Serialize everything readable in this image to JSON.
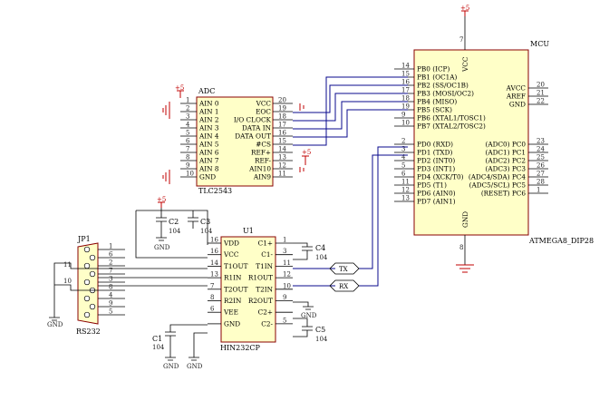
{
  "adc": {
    "label": "ADC",
    "part": "TLC2543",
    "left_pins": [
      {
        "num": "1",
        "name": "AIN 0"
      },
      {
        "num": "2",
        "name": "AIN 1"
      },
      {
        "num": "3",
        "name": "AIN 2"
      },
      {
        "num": "4",
        "name": "AIN 3"
      },
      {
        "num": "5",
        "name": "AIN 4"
      },
      {
        "num": "6",
        "name": "AIN 5"
      },
      {
        "num": "7",
        "name": "AIN 6"
      },
      {
        "num": "8",
        "name": "AIN 7"
      },
      {
        "num": "9",
        "name": "AIN 8"
      },
      {
        "num": "10",
        "name": "GND"
      }
    ],
    "right_pins": [
      {
        "num": "20",
        "name": "VCC"
      },
      {
        "num": "19",
        "name": "EOC"
      },
      {
        "num": "18",
        "name": "I/O CLOCK"
      },
      {
        "num": "17",
        "name": "DATA IN"
      },
      {
        "num": "16",
        "name": "DATA OUT"
      },
      {
        "num": "15",
        "name": "#CS"
      },
      {
        "num": "14",
        "name": "REF+"
      },
      {
        "num": "13",
        "name": "REF-"
      },
      {
        "num": "12",
        "name": "AIN10"
      },
      {
        "num": "11",
        "name": "AIN9"
      }
    ]
  },
  "mcu": {
    "label": "MCU",
    "part": "ATMEGA8_DIP28",
    "vcc_label": "VCC",
    "gnd_label": "GND",
    "vcc_pin": "7",
    "gnd_pin": "8",
    "left_pins": [
      {
        "num": "14",
        "name": "PB0 (ICP)"
      },
      {
        "num": "15",
        "name": "PB1 (OC1A)"
      },
      {
        "num": "16",
        "name": "PB2 (SS/OC1B)"
      },
      {
        "num": "17",
        "name": "PB3 (MOSI/OC2)"
      },
      {
        "num": "18",
        "name": "PB4 (MISO)"
      },
      {
        "num": "19",
        "name": "PB5 (SCK)"
      },
      {
        "num": "9",
        "name": "PB6 (XTAL1/TOSC1)"
      },
      {
        "num": "10",
        "name": "PB7 (XTAL2/TOSC2)"
      },
      {
        "num": "2",
        "name": "PD0 (RXD)"
      },
      {
        "num": "3",
        "name": "PD1 (TXD)"
      },
      {
        "num": "4",
        "name": "PD2 (INT0)"
      },
      {
        "num": "5",
        "name": "PD3 (INT1)"
      },
      {
        "num": "6",
        "name": "PD4 (XCK/T0)"
      },
      {
        "num": "11",
        "name": "PD5 (T1)"
      },
      {
        "num": "12",
        "name": "PD6 (AIN0)"
      },
      {
        "num": "13",
        "name": "PD7 (AIN1)"
      }
    ],
    "right_top_pins": [
      {
        "num": "20",
        "name": "AVCC"
      },
      {
        "num": "21",
        "name": "AREF"
      },
      {
        "num": "22",
        "name": "GND"
      }
    ],
    "right_pins": [
      {
        "num": "23",
        "name": "(ADC0) PC0"
      },
      {
        "num": "24",
        "name": "(ADC1) PC1"
      },
      {
        "num": "25",
        "name": "(ADC2) PC2"
      },
      {
        "num": "26",
        "name": "(ADC3) PC3"
      },
      {
        "num": "27",
        "name": "(ADC4/SDA) PC4"
      },
      {
        "num": "28",
        "name": "(ADC5/SCL) PC5"
      },
      {
        "num": "1",
        "name": "(RESET) PC6"
      }
    ]
  },
  "max": {
    "ref": "U1",
    "part": "HIN232CP",
    "left_pins": [
      {
        "num": "16",
        "name": "VDD"
      },
      {
        "num": "16",
        "name": "VCC"
      },
      {
        "num": "14",
        "name": "T1OUT"
      },
      {
        "num": "13",
        "name": "R1IN"
      },
      {
        "num": "7",
        "name": "T2OUT"
      },
      {
        "num": "8",
        "name": "R2IN"
      },
      {
        "num": "6",
        "name": "VEE"
      },
      {
        "num": "",
        "name": "GND"
      }
    ],
    "right_pins": [
      {
        "num": "1",
        "name": "C1+"
      },
      {
        "num": "3",
        "name": "C1-"
      },
      {
        "num": "11",
        "name": "T1IN"
      },
      {
        "num": "12",
        "name": "R1OUT"
      },
      {
        "num": "10",
        "name": "T2IN"
      },
      {
        "num": "9",
        "name": "R2OUT"
      },
      {
        "num": "",
        "name": "C2+"
      },
      {
        "num": "5",
        "name": "C2-"
      }
    ]
  },
  "connector": {
    "ref": "JP1",
    "part": "RS232",
    "pins": [
      "1",
      "6",
      "2",
      "7",
      "3",
      "8",
      "4",
      "9",
      "5"
    ],
    "wire_pins": [
      "11",
      "10"
    ]
  },
  "capacitors": [
    {
      "ref": "C2",
      "value": "104"
    },
    {
      "ref": "C3",
      "value": "104"
    },
    {
      "ref": "C4",
      "value": "104"
    },
    {
      "ref": "C5",
      "value": "104"
    },
    {
      "ref": "C1",
      "value": "104"
    }
  ],
  "nets": {
    "tx": "TX",
    "rx": "RX",
    "power": "+5",
    "ground": "GND"
  }
}
